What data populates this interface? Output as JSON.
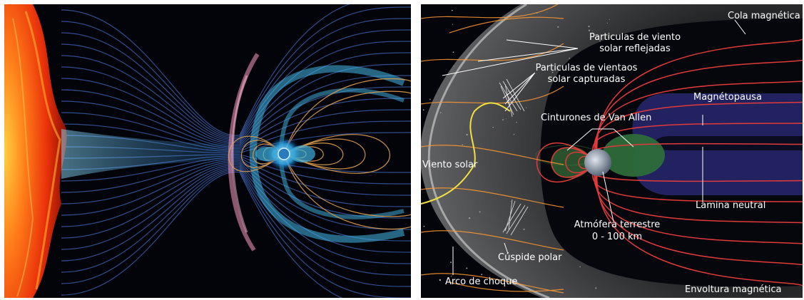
{
  "colors": {
    "left_background": "#02040a",
    "sun": "#ff4a10",
    "solar_wind": "#7fd6ff",
    "field_lines_right": "#e04040",
    "solar_wind_lines": "#ff9a30",
    "van_allen_belts": "#2e6b3a",
    "neutral_sheet": "#2a2a6e",
    "bow_shock": "#9a9a9a"
  },
  "labels": {
    "cola_magnetica": "Cola magnética",
    "particulas_reflejadas_1": "Particulas de viento",
    "particulas_reflejadas_2": "solar reflejadas",
    "particulas_capturadas_1": "Particulas de vientaos",
    "particulas_capturadas_2": "solar capturadas",
    "magnetopausa": "Magnétopausa",
    "cinturones": "Cinturones de Van Allen",
    "viento_solar": "Viento solar",
    "lamina_neutral": "Lamina neutral",
    "atmosfera_1": "Atmófera terrestre",
    "atmosfera_2": "0 - 100 km",
    "cuspide_polar": "Cúspide polar",
    "arco_de_choque": "Arco de choque",
    "envoltura_magnetica": "Envoltura magnética"
  }
}
